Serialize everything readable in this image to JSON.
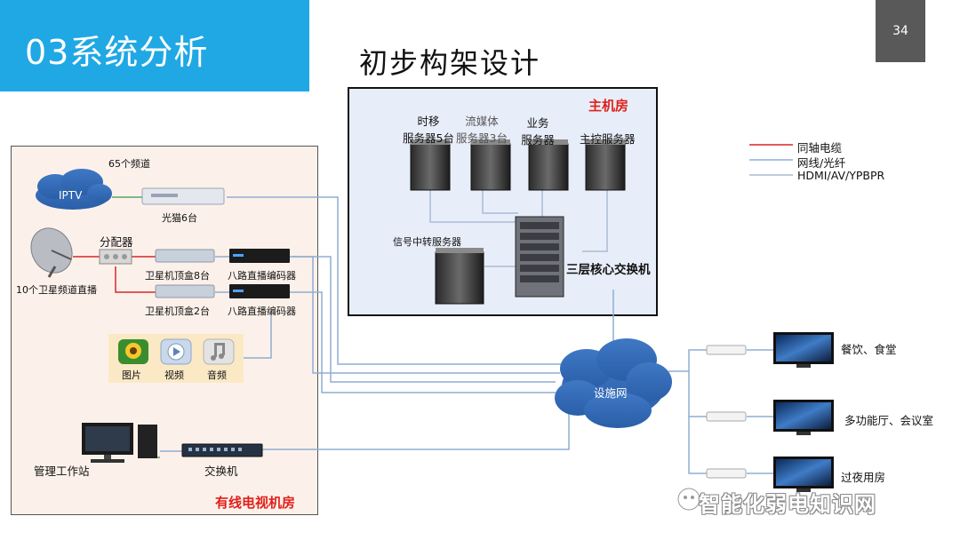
{
  "header": {
    "title": "03系统分析",
    "page_number": "34"
  },
  "subtitle": "初步构架设计",
  "main_room": {
    "title": "主机房",
    "servers": [
      {
        "line1": "时移",
        "line2": "服务器5台"
      },
      {
        "line1": "流媒体",
        "line2": "服务器3台"
      },
      {
        "line1": "业务",
        "line2": "服务器"
      },
      {
        "line1": "主控服务器",
        "line2": ""
      }
    ],
    "relay_server": "信号中转服务器",
    "core_switch": "三层核心交换机"
  },
  "cable_room": {
    "title": "有线电视机房",
    "channels": "65个频道",
    "iptv": "IPTV",
    "optical_modem": "光猫6台",
    "splitter": "分配器",
    "satellite": "10个卫星频道直播",
    "stb_8": "卫星机顶盒8台",
    "stb_2": "卫星机顶盒2台",
    "encoder_1": "八路直播编码器",
    "encoder_2": "八路直播编码器",
    "media": [
      "图片",
      "视频",
      "音频"
    ],
    "workstation": "管理工作站",
    "switch": "交换机"
  },
  "network": "设施网",
  "endpoints": [
    "餐饮、食堂",
    "多功能厅、会议室",
    "过夜用房"
  ],
  "legend": [
    {
      "label": "同轴电缆",
      "color": "#d9252a"
    },
    {
      "label": "网线/光纤",
      "color": "#8faed2"
    },
    {
      "label": "HDMI/AV/YPBPR",
      "color": "#a9bcd6"
    }
  ],
  "watermark": "智能化弱电知识网"
}
